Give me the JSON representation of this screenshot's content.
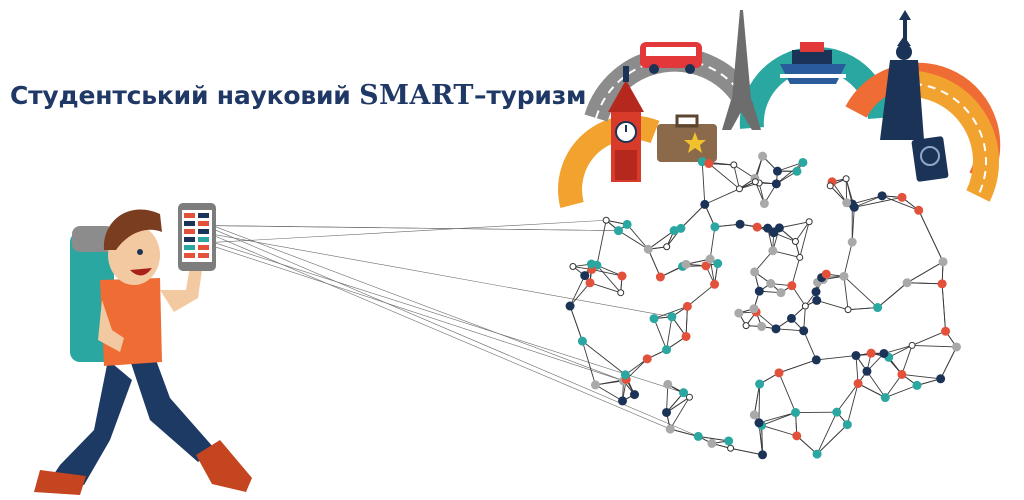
{
  "title": {
    "prefix": "Студентський науковий ",
    "highlight": "SMART",
    "suffix": "–туризм"
  },
  "colors": {
    "title": "#1f3866",
    "node_navy": "#1c3358",
    "node_teal": "#2aa7a0",
    "node_red": "#e3513a",
    "node_gray": "#a9a9a9",
    "road_orange": "#f2a22f",
    "road_gray": "#8c8c8c",
    "road_teal": "#2aa7a0",
    "shirt": "#ef6c34",
    "hair": "#7a3d1f",
    "jeans": "#1c3a63"
  },
  "icons": [
    "traveler-illustration",
    "smartphone-icon",
    "big-ben-icon",
    "eiffel-tower-icon",
    "bus-icon",
    "cruise-ship-icon",
    "statue-of-liberty-icon",
    "suitcase-icon",
    "passport-icon",
    "network-graph"
  ]
}
